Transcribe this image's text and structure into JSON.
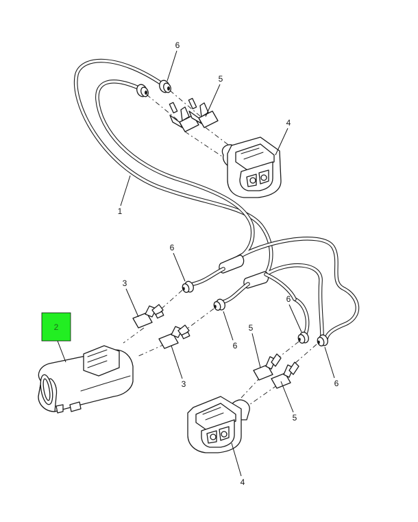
{
  "callouts": {
    "c1": "1",
    "c2": "2",
    "c3a": "3",
    "c3b": "3",
    "c4a": "4",
    "c4b": "4",
    "c5a": "5",
    "c5b": "5",
    "c5c": "5",
    "c6a": "6",
    "c6b": "6",
    "c6c": "6",
    "c6d": "6",
    "c6e": "6"
  },
  "colors": {
    "highlight": "#22ee22",
    "line": "#1a1a1a"
  }
}
